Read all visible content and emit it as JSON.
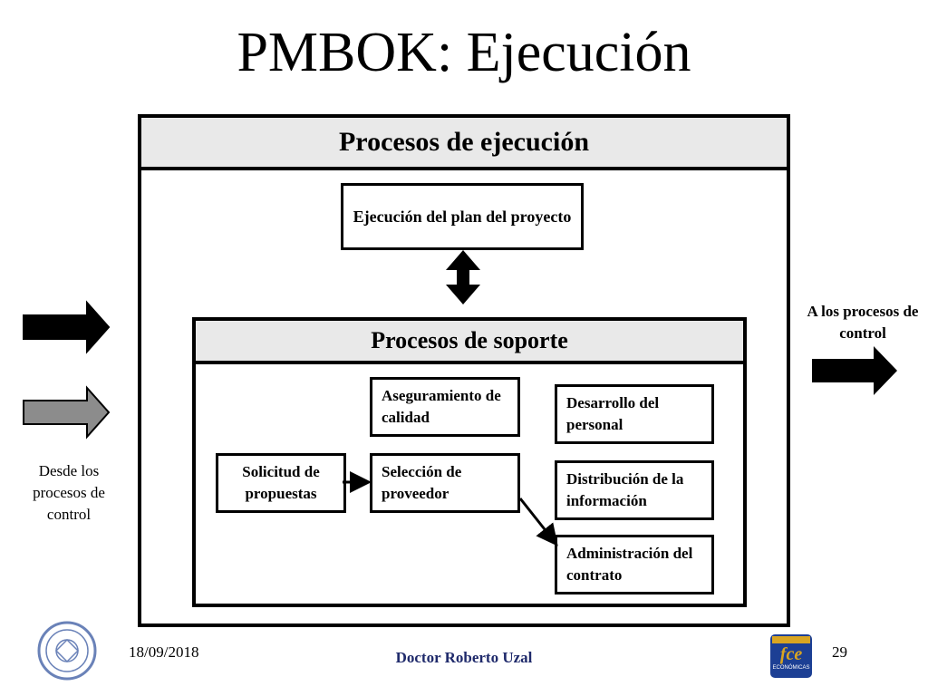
{
  "title": "PMBOK: Ejecución",
  "outer_process": {
    "header": "Procesos de ejecución",
    "plan_box": "Ejecución del plan del proyecto"
  },
  "support_process": {
    "header": "Procesos de soporte",
    "boxes": {
      "quality": "Aseguramiento de calidad",
      "staff": "Desarrollo del personal",
      "proposals": "Solicitud de propuestas",
      "supplier": "Selección de proveedor",
      "information": "Distribución de la información",
      "contract": "Administración del contrato"
    }
  },
  "inputs_label": "Desde los procesos de control",
  "outputs_label": "A los procesos de control",
  "footer": {
    "date": "18/09/2018",
    "author": "Doctor Roberto Uzal",
    "page": "29",
    "right_logo_text": "fce",
    "right_logo_subtext": "ECONÓMICAS"
  },
  "colors": {
    "author": "#1f2a6b",
    "header_band": "#e9e9e9",
    "gray_arrow": "#8c8c8c",
    "logo_blue": "#1c3f94",
    "logo_gold": "#d9a521"
  }
}
